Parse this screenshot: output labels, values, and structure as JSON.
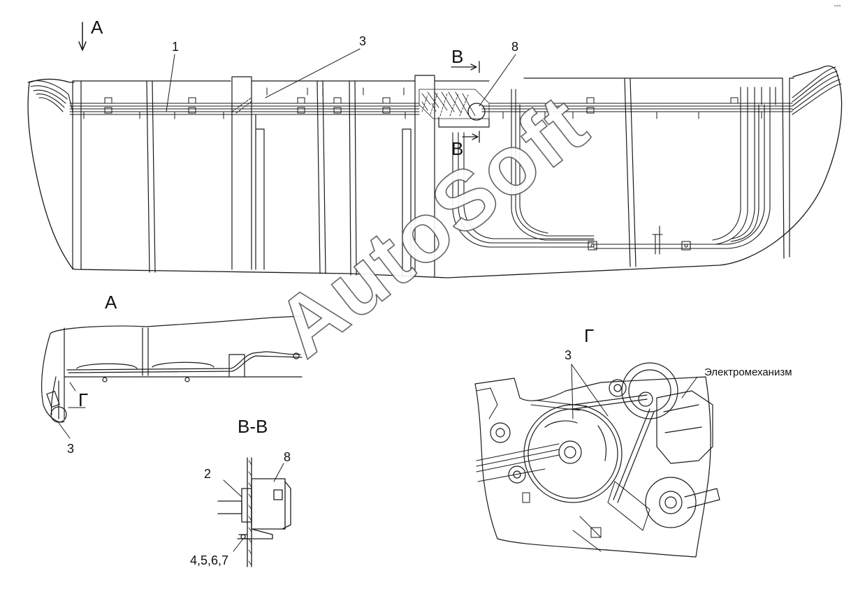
{
  "labels": {
    "view_a_top": "А",
    "pos_1": "1",
    "pos_3_top": "3",
    "sect_b_top": "В",
    "pos_8_top": "8",
    "sect_b_bottom": "В",
    "view_a_title": "А",
    "view_g_mark": "Г",
    "pos_3_a": "3",
    "section_bb_title": "В-В",
    "pos_2": "2",
    "pos_8_bb": "8",
    "pos_4567": "4,5,6,7",
    "view_g_title": "Г",
    "pos_3_g": "3",
    "electromechanism": "Электромеханизм"
  },
  "watermark": "AutoSoft",
  "colors": {
    "line": "#1a1a1a",
    "background": "#ffffff",
    "watermark_stroke": "#555555"
  }
}
